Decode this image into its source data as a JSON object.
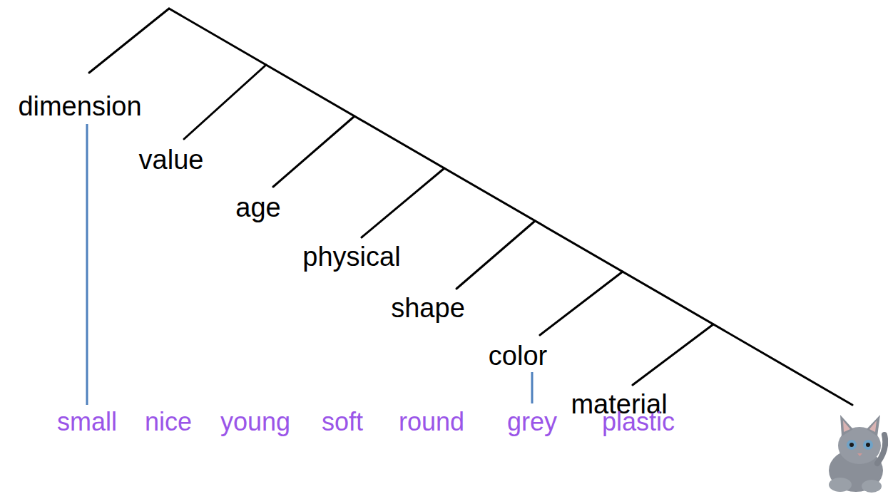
{
  "diagram": {
    "labels": [
      "dimension",
      "value",
      "age",
      "physical",
      "shape",
      "color",
      "material",
      "small",
      "nice",
      "young",
      "soft",
      "round",
      "grey",
      "plastic"
    ]
  }
}
